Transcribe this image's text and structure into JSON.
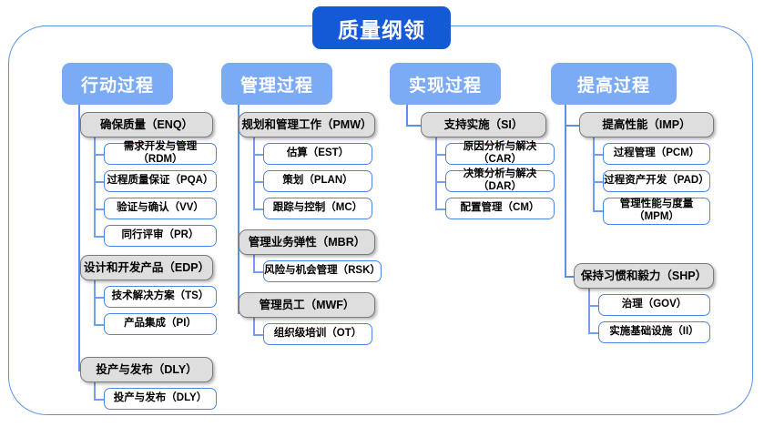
{
  "diagram": {
    "title": "质量纲领",
    "columns": [
      {
        "id": "col-action",
        "header": "行动过程",
        "groups": [
          {
            "label": "确保质量（ENQ）",
            "items": [
              "需求开发与管理（RDM）",
              "过程质量保证（PQA）",
              "验证与确认（VV）",
              "同行评审（PR）"
            ]
          },
          {
            "label": "设计和开发产品（EDP）",
            "items": [
              "技术解决方案（TS）",
              "产品集成（PI）"
            ]
          },
          {
            "label": "投产与发布（DLY）",
            "items": [
              "投产与发布（DLY）"
            ]
          }
        ]
      },
      {
        "id": "col-manage",
        "header": "管理过程",
        "groups": [
          {
            "label": "规划和管理工作（PMW）",
            "items": [
              "估算（EST）",
              "策划（PLAN）",
              "跟踪与控制（MC）"
            ]
          },
          {
            "label": "管理业务弹性（MBR）",
            "items": [
              "风险与机会管理（RSK）"
            ]
          },
          {
            "label": "管理员工（MWF）",
            "items": [
              "组织级培训（OT）"
            ]
          }
        ]
      },
      {
        "id": "col-implement",
        "header": "实现过程",
        "groups": [
          {
            "label": "支持实施（SI）",
            "items": [
              "原因分析与解决（CAR）",
              "决策分析与解决（DAR）",
              "配置管理（CM）"
            ]
          }
        ]
      },
      {
        "id": "col-improve",
        "header": "提高过程",
        "groups": [
          {
            "label": "提高性能（IMP）",
            "items": [
              "过程管理（PCM）",
              "过程资产开发（PAD）",
              "管理性能与度量\n（MPM）"
            ]
          },
          {
            "label": "保持习惯和毅力（SHP）",
            "items": [
              "治理（GOV）",
              "实施基础设施（II）"
            ]
          }
        ]
      }
    ],
    "colors": {
      "title_bg": "#1459d6",
      "header_bg": "#7cabf5",
      "group_bg": "#dedede",
      "group_border": "#7b7b7b",
      "leaf_border": "#4a86e8",
      "frame_border": "#5a91e8",
      "connector": "#6fa0ef"
    }
  }
}
